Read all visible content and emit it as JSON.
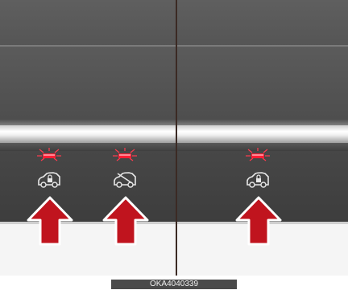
{
  "image_code": "OKA4040339",
  "colors": {
    "lamp_red": "#e0122a",
    "arrow_red": "#c0141e",
    "arrow_outline": "#ffffff",
    "icon_white": "#e8e8e8"
  },
  "indicators": [
    {
      "panel": "left",
      "icon": "vehicle-lock-icon"
    },
    {
      "panel": "left",
      "icon": "vehicle-unlock-icon"
    },
    {
      "panel": "right",
      "icon": "vehicle-lock-icon"
    }
  ]
}
